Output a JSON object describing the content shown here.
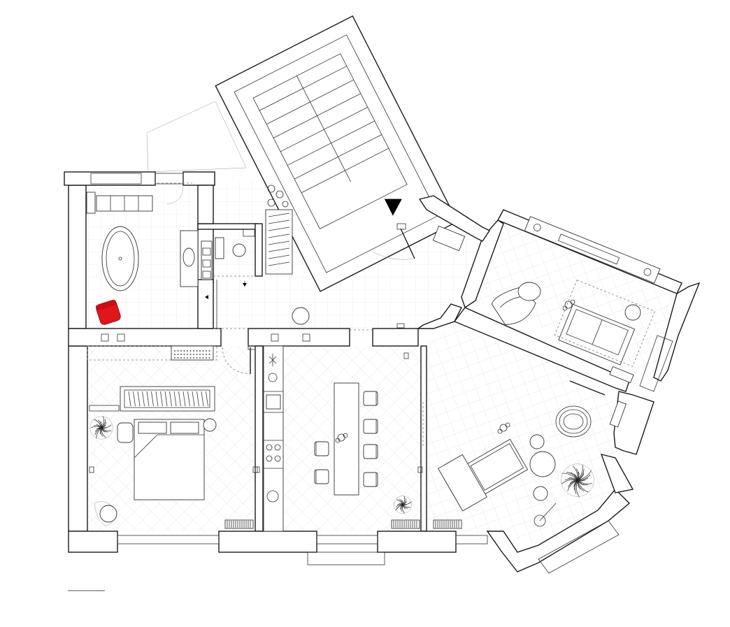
{
  "drawing": {
    "type": "architectural-floor-plan",
    "background_color": "#ffffff",
    "line_color": "#1a1a1a",
    "accent_color": "#e0161b",
    "accent_item": "armchair-icon",
    "north_arrow_icon": "triangle-arrow-icon",
    "scale_bar": "line"
  },
  "rooms": [
    {
      "id": "staircase",
      "floor": "plain"
    },
    {
      "id": "bathroom",
      "floor": "tile"
    },
    {
      "id": "wc",
      "floor": "tile"
    },
    {
      "id": "entrance-hall",
      "floor": "tile"
    },
    {
      "id": "bedroom",
      "floor": "herringbone"
    },
    {
      "id": "kitchen-dining",
      "floor": "herringbone"
    },
    {
      "id": "living-room",
      "floor": "herringbone"
    },
    {
      "id": "study",
      "floor": "herringbone"
    },
    {
      "id": "balcony-west",
      "floor": "tile"
    },
    {
      "id": "balcony-south",
      "floor": "plain"
    },
    {
      "id": "balcony-east",
      "floor": "plain"
    }
  ]
}
